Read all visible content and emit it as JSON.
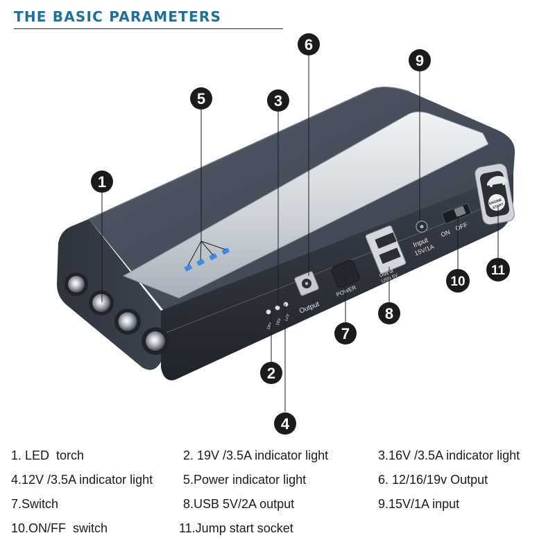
{
  "header": {
    "title": "THE BASIC PARAMETERS"
  },
  "device": {
    "ports": {
      "output_label": "Output",
      "power_label": "POWER",
      "usb_label_line1": "Output",
      "usb_label_line2": "USB 5V",
      "input_label_line1": "Input",
      "input_label_line2": "15V/1A",
      "switch_on": "ON",
      "switch_off": "OFF",
      "indicator_labels": [
        "19V",
        "16V",
        "12V"
      ],
      "start_button_text_line1": "ENGINE",
      "start_button_text_line2": "START"
    },
    "callouts": [
      "1",
      "2",
      "3",
      "4",
      "5",
      "6",
      "7",
      "8",
      "9",
      "10",
      "11"
    ]
  },
  "legend": {
    "items": [
      "1. LED  torch",
      "2. 19V /3.5A indicator light",
      "3.16V /3.5A indicator light",
      "4.12V /3.5A indicator light",
      "5.Power indicator light",
      "6. 12/16/19v Output",
      "7.Switch",
      "8.USB 5V/2A output",
      "9.15V/1A input",
      "10.ON/FF  switch",
      "11.Jump start socket"
    ]
  },
  "colors": {
    "title": "#1f6f98",
    "body_dark": "#3f4552",
    "silver_band": "#d9dde2",
    "led_blue": "#3f8de0",
    "callout_fill": "#1b1b1b",
    "callout_text": "#ffffff"
  }
}
